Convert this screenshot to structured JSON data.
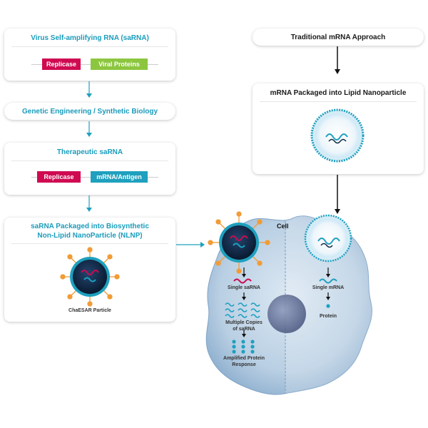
{
  "saRNA_steps": {
    "virus_title": "Virus Self-amplifying RNA (saRNA)",
    "virus_tags": [
      "Replicase",
      "Viral Proteins"
    ],
    "engineering_title": "Genetic Engineering / Synthetic Biology",
    "therapeutic_title": "Therapeutic saRNA",
    "therapeutic_tags": [
      "Replicase",
      "mRNA/Antigen"
    ],
    "nlnp_title_line1": "saRNA Packaged into Biosynthetic",
    "nlnp_title_line2": "Non-Lipid NanoParticle (NLNP)",
    "particle_caption": "ChaESAR Particle"
  },
  "mRNA_steps": {
    "traditional_title": "Traditional mRNA Approach",
    "lnp_title": "mRNA Packaged into Lipid Nanoparticle"
  },
  "cell": {
    "label": "Cell",
    "left_steps": [
      "Single saRNA",
      "Multiple Copies of saRNA",
      "Amplified Protein Response"
    ],
    "right_steps": [
      "Single mRNA",
      "Protein"
    ]
  },
  "colors": {
    "teal": "#1ea0be",
    "pink": "#cf0a51",
    "green": "#8cc63f",
    "orange": "#f19c36",
    "navy": "#0f2a44"
  }
}
